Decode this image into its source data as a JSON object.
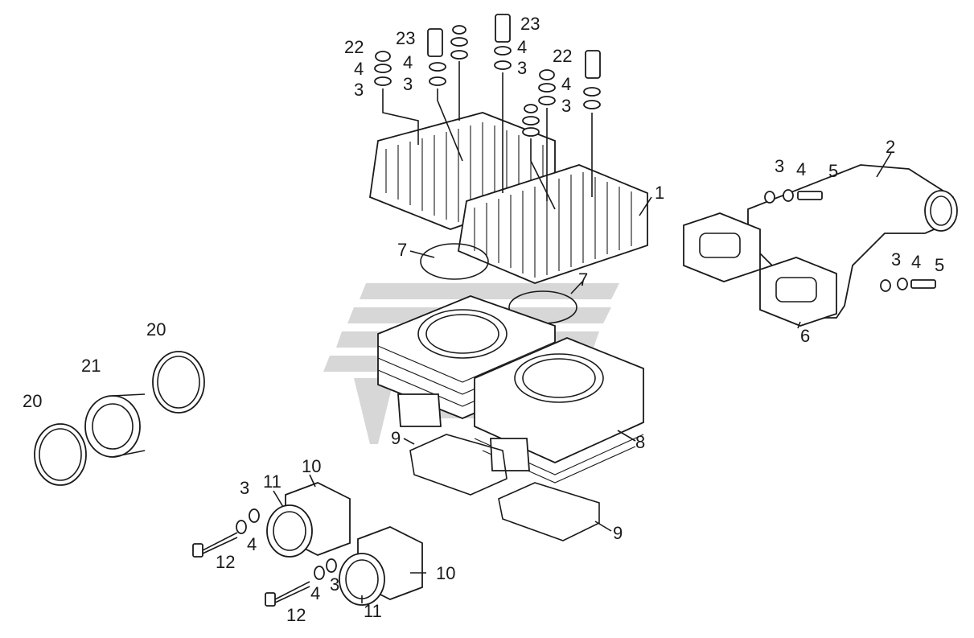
{
  "callouts": [
    {
      "id": "c1",
      "text": "1"
    },
    {
      "id": "c2",
      "text": "2"
    },
    {
      "id": "c3a",
      "text": "3"
    },
    {
      "id": "c3b",
      "text": "3"
    },
    {
      "id": "c3c",
      "text": "3"
    },
    {
      "id": "c3d",
      "text": "3"
    },
    {
      "id": "c3e",
      "text": "3"
    },
    {
      "id": "c3f",
      "text": "3"
    },
    {
      "id": "c3g",
      "text": "3"
    },
    {
      "id": "c3h",
      "text": "3"
    },
    {
      "id": "c4a",
      "text": "4"
    },
    {
      "id": "c4b",
      "text": "4"
    },
    {
      "id": "c4c",
      "text": "4"
    },
    {
      "id": "c4d",
      "text": "4"
    },
    {
      "id": "c4e",
      "text": "4"
    },
    {
      "id": "c4f",
      "text": "4"
    },
    {
      "id": "c4g",
      "text": "4"
    },
    {
      "id": "c4h",
      "text": "4"
    },
    {
      "id": "c5a",
      "text": "5"
    },
    {
      "id": "c5b",
      "text": "5"
    },
    {
      "id": "c6",
      "text": "6"
    },
    {
      "id": "c7a",
      "text": "7"
    },
    {
      "id": "c7b",
      "text": "7"
    },
    {
      "id": "c8",
      "text": "8"
    },
    {
      "id": "c9a",
      "text": "9"
    },
    {
      "id": "c9b",
      "text": "9"
    },
    {
      "id": "c10a",
      "text": "10"
    },
    {
      "id": "c10b",
      "text": "10"
    },
    {
      "id": "c11a",
      "text": "11"
    },
    {
      "id": "c11b",
      "text": "11"
    },
    {
      "id": "c12a",
      "text": "12"
    },
    {
      "id": "c12b",
      "text": "12"
    },
    {
      "id": "c20a",
      "text": "20"
    },
    {
      "id": "c20b",
      "text": "20"
    },
    {
      "id": "c21",
      "text": "21"
    },
    {
      "id": "c22a",
      "text": "22"
    },
    {
      "id": "c22b",
      "text": "22"
    },
    {
      "id": "c23a",
      "text": "23"
    },
    {
      "id": "c23b",
      "text": "23"
    }
  ],
  "colors": {
    "line": "#1a1a1a",
    "watermark": "#c9c9c9",
    "background": "#ffffff"
  }
}
